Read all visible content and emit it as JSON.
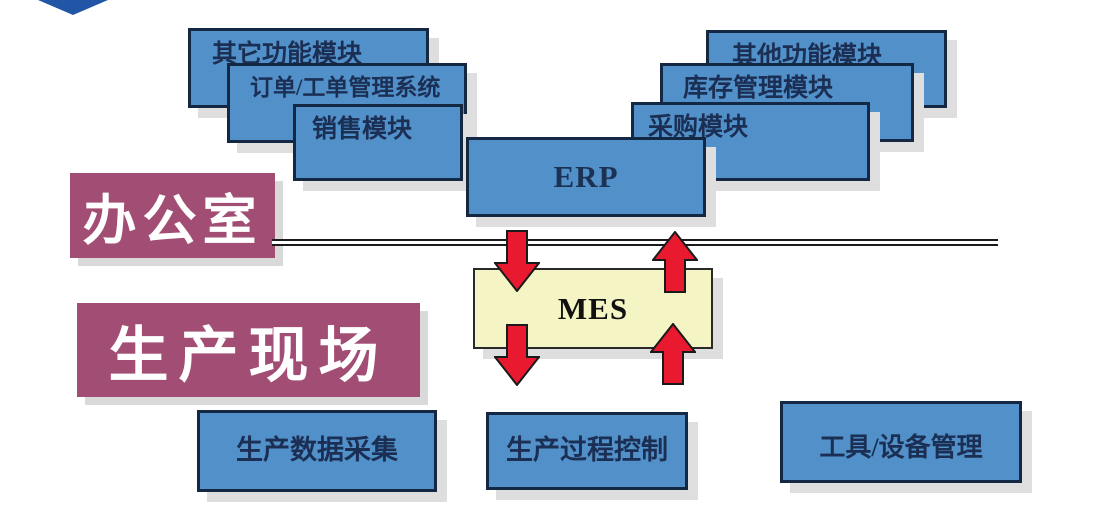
{
  "slide": {
    "zones": {
      "office": "办公室",
      "shop_floor": "生产现场"
    },
    "erp": {
      "label": "ERP",
      "left_modules": [
        "其它功能模块",
        "订单/工单管理系统",
        "销售模块"
      ],
      "right_modules": [
        "其他功能模块",
        "库存管理模块",
        "采购模块"
      ]
    },
    "mes": {
      "label": "MES",
      "modules": [
        "生产数据采集",
        "生产过程控制",
        "工具/设备管理"
      ]
    }
  },
  "colors": {
    "module_fill": "#5190c8",
    "module_border": "#142844",
    "module_text": "#1b2f55",
    "zone_fill": "#a24d73",
    "zone_text": "#ffffff",
    "mes_fill": "#f4f4c4",
    "arrow_red": "#e91a2f",
    "divider_line": "#1b1b1b",
    "box_shadow": "#dedede",
    "corner_diamond": "#2155a5"
  }
}
